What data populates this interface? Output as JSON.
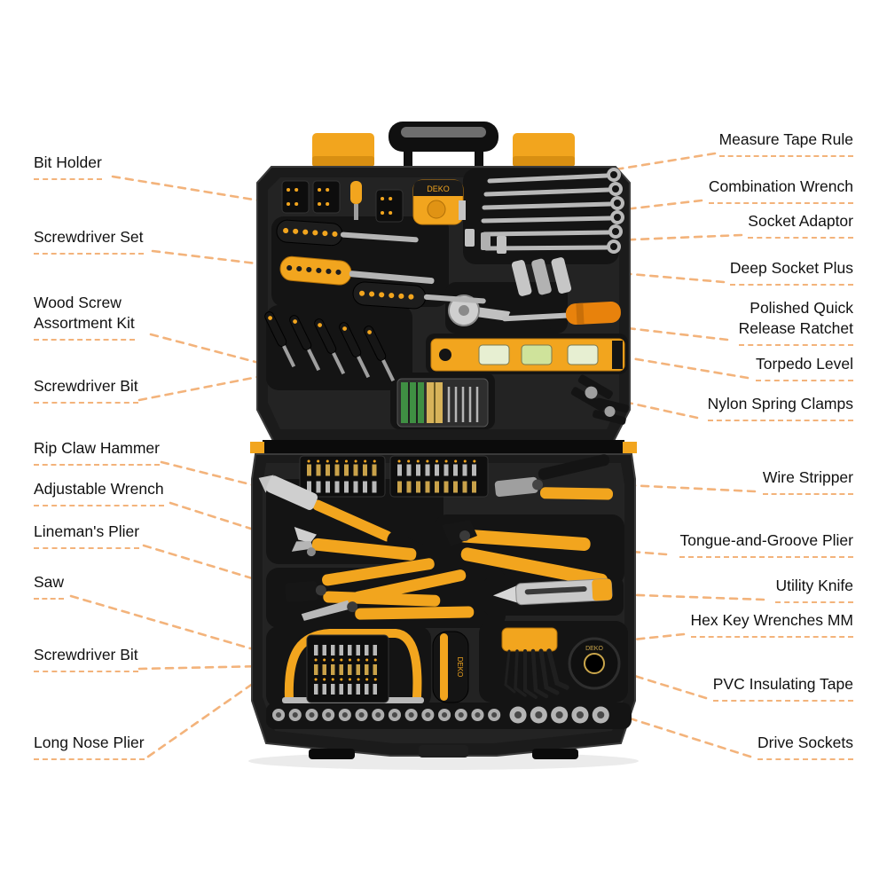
{
  "brand": "DEKO",
  "colors": {
    "background": "#ffffff",
    "accent_yellow": "#f2a51e",
    "case_black": "#1b1b1b",
    "leader_line": "#f3b37b",
    "label_text": "#111111",
    "silver": "#c0c0c0"
  },
  "left_labels": [
    {
      "id": "bit-holder",
      "text": "Bit Holder"
    },
    {
      "id": "screwdriver-set",
      "text": "Screwdriver Set"
    },
    {
      "id": "wood-screw-assortment-kit",
      "text": "Wood Screw\nAssortment Kit"
    },
    {
      "id": "screwdriver-bit-top",
      "text": "Screwdriver Bit"
    },
    {
      "id": "rip-claw-hammer",
      "text": "Rip Claw Hammer"
    },
    {
      "id": "adjustable-wrench",
      "text": "Adjustable Wrench"
    },
    {
      "id": "linemans-plier",
      "text": "Lineman's Plier"
    },
    {
      "id": "saw",
      "text": "Saw"
    },
    {
      "id": "screwdriver-bit-bottom",
      "text": "Screwdriver Bit"
    },
    {
      "id": "long-nose-plier",
      "text": "Long Nose Plier"
    }
  ],
  "right_labels": [
    {
      "id": "measure-tape-rule",
      "text": "Measure Tape Rule"
    },
    {
      "id": "combination-wrench",
      "text": "Combination Wrench"
    },
    {
      "id": "socket-adaptor",
      "text": "Socket Adaptor"
    },
    {
      "id": "deep-socket-plus",
      "text": "Deep Socket Plus"
    },
    {
      "id": "polished-quick-release-ratchet",
      "text": "Polished Quick\nRelease Ratchet"
    },
    {
      "id": "torpedo-level",
      "text": "Torpedo Level"
    },
    {
      "id": "nylon-spring-clamps",
      "text": "Nylon Spring Clamps"
    },
    {
      "id": "wire-stripper",
      "text": "Wire Stripper"
    },
    {
      "id": "tongue-and-groove-plier",
      "text": "Tongue-and-Groove Plier"
    },
    {
      "id": "utility-knife",
      "text": "Utility Knife"
    },
    {
      "id": "hex-key-wrenches-mm",
      "text": "Hex Key Wrenches MM"
    },
    {
      "id": "pvc-insulating-tape",
      "text": "PVC Insulating Tape"
    },
    {
      "id": "drive-sockets",
      "text": "Drive Sockets"
    }
  ]
}
